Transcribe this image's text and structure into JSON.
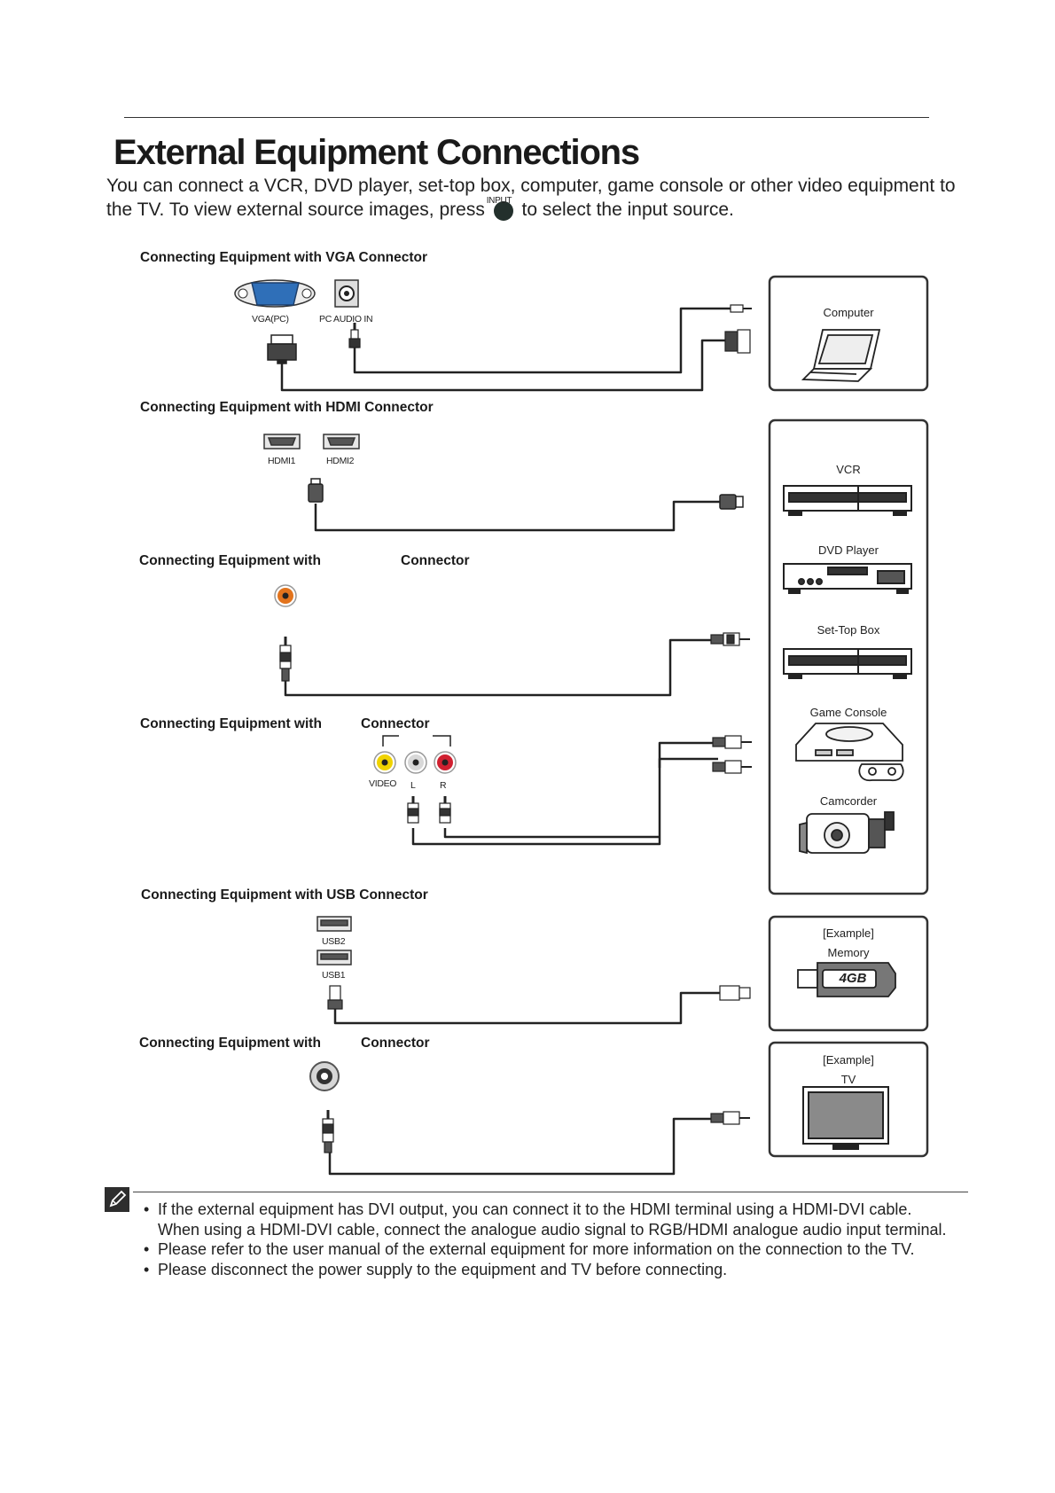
{
  "page_title": "External Equipment Connections",
  "intro": {
    "line1": "You can connect  a  VCR, DVD player, set-top box, computer, game console or other video equipment to",
    "line2_before": "the TV.  To view external source images, press",
    "input_button_label": "INPUT",
    "line2_after": "to select the input source."
  },
  "sections": {
    "vga": {
      "heading": "Connecting  Equipment  with  VGA  Connector",
      "port_vga": "VGA(PC)",
      "port_audio": "PC AUDIO IN"
    },
    "hdmi": {
      "heading": "Connecting  Equipment  with  HDMI  Connector",
      "port1": "HDMI1",
      "port2": "HDMI2"
    },
    "coax": {
      "heading_left": "Connecting  Equipment  with",
      "heading_right": "Connector"
    },
    "av": {
      "heading_left": "Connecting  Equipment  with",
      "heading_right": "Connector",
      "video": "VIDEO",
      "left": "L",
      "right": "R"
    },
    "usb": {
      "heading": "Connecting  Equipment  with  USB  Connector",
      "port2": "USB2",
      "port1": "USB1"
    },
    "out": {
      "heading_left": "Connecting  Equipment  with",
      "heading_right": "Connector"
    }
  },
  "devices": {
    "computer": "Computer",
    "vcr": "VCR",
    "dvd": "DVD Player",
    "stb": "Set-Top Box",
    "console": "Game Console",
    "camcorder": "Camcorder",
    "memory_example": "[Example]",
    "memory": "Memory",
    "memory_capacity": "4GB",
    "tv_example": "[Example]",
    "tv": "TV"
  },
  "notes": [
    "If the external equipment has DVI output, you can connect it to the HDMI terminal using a HDMI-DVI cable.",
    "When using a  HDMI-DVI cable, connect the analogue  audio signal to RGB/HDMI analogue audio input terminal.",
    "Please refer to the user manual of the external equipment for more information on the connection to the TV.",
    "Please disconnect  the power supply to the equipment and TV before  connecting."
  ],
  "colors": {
    "vga_port": "#2f6fb8",
    "coax_port": "#e2731c",
    "video_port": "#f0d300",
    "audio_l_port": "#d8d8d8",
    "audio_r_port": "#d02030",
    "text": "#1a1a1a"
  }
}
